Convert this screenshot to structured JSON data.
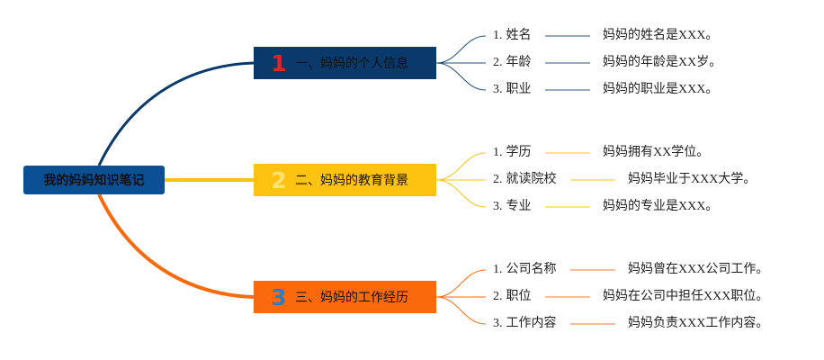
{
  "root": {
    "title": "我的妈妈知识笔记"
  },
  "branches": [
    {
      "number": "1",
      "title": "一、妈妈的个人信息",
      "color": "#0a3a6b",
      "items": [
        {
          "index": "1.",
          "label": "姓名",
          "detail": "妈妈的姓名是XXX。"
        },
        {
          "index": "2.",
          "label": "年龄",
          "detail": "妈妈的年龄是XX岁。"
        },
        {
          "index": "3.",
          "label": "职业",
          "detail": "妈妈的职业是XXX。"
        }
      ]
    },
    {
      "number": "2",
      "title": "二、妈妈的教育背景",
      "color": "#fec311",
      "items": [
        {
          "index": "1.",
          "label": "学历",
          "detail": "妈妈拥有XX学位。"
        },
        {
          "index": "2.",
          "label": "就读院校",
          "detail": "妈妈毕业于XXX大学。"
        },
        {
          "index": "3.",
          "label": "专业",
          "detail": "妈妈的专业是XXX。"
        }
      ]
    },
    {
      "number": "3",
      "title": "三、妈妈的工作经历",
      "color": "#fa6a0c",
      "items": [
        {
          "index": "1.",
          "label": "公司名称",
          "detail": "妈妈曾在XXX公司工作。"
        },
        {
          "index": "2.",
          "label": "职位",
          "detail": "妈妈在公司中担任XXX职位。"
        },
        {
          "index": "3.",
          "label": "工作内容",
          "detail": "妈妈负责XXX工作内容。"
        }
      ]
    }
  ]
}
